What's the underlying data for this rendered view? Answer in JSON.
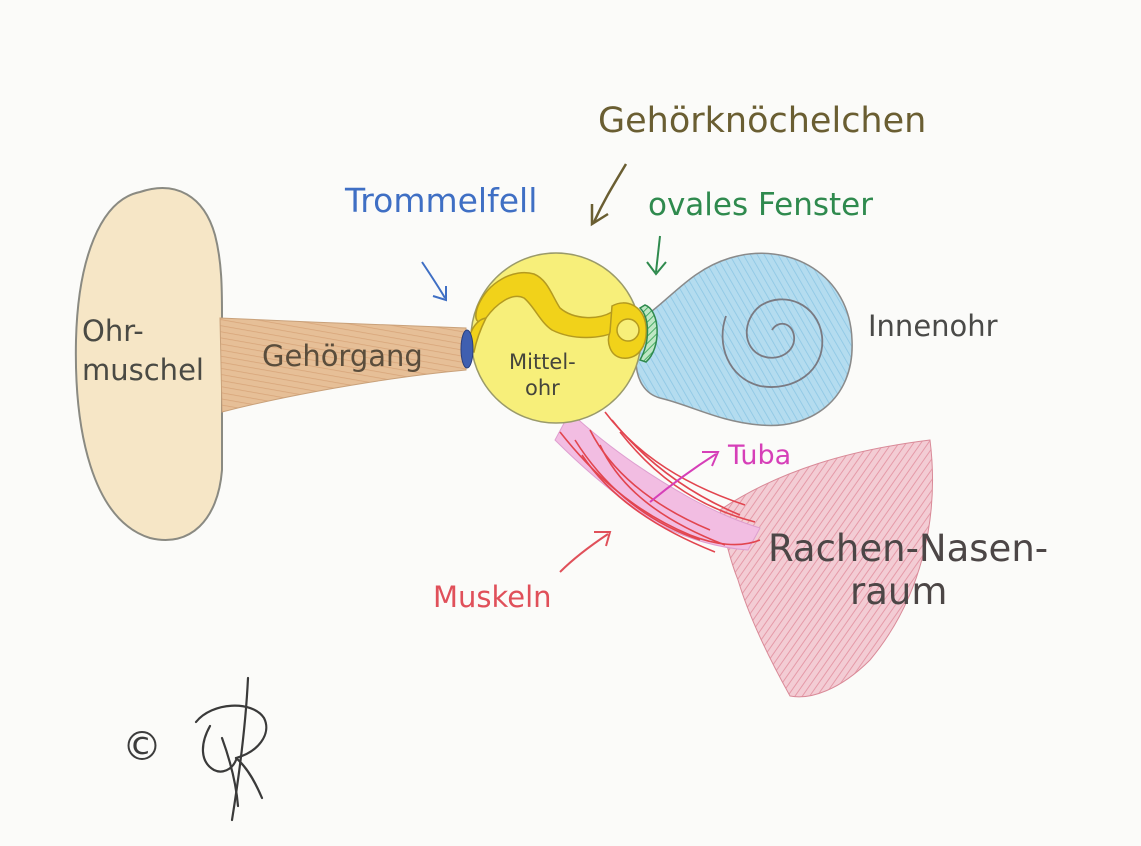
{
  "labels": {
    "ohrmuschel_line1": "Ohr-",
    "ohrmuschel_line2": "muschel",
    "gehoergang": "Gehörgang",
    "trommelfell": "Trommelfell",
    "gehoerknoechelchen": "Gehörknöchelchen",
    "ovales_fenster": "ovales Fenster",
    "innenohr": "Innenohr",
    "mittelohr_line1": "Mittel-",
    "mittelohr_line2": "ohr",
    "tuba": "Tuba",
    "rachen_line1": "Rachen-Nasen-",
    "rachen_line2": "raum",
    "muskeln": "Muskeln",
    "copyright_symbol": "©"
  },
  "colors": {
    "ohrmuschel": "#f6e6c6",
    "gehoergang": "#e2b890",
    "trommelfell": "#3f5fb0",
    "mittelohr": "#f7ef7a",
    "knoechelchen": "#f1d21a",
    "ovales_fenster": "#5bbd6e",
    "innenohr": "#a9d8ee",
    "tuba": "#f1b5df",
    "muskeln": "#e2454f",
    "rachen": "#f0c2cc"
  },
  "signature": "handwritten monogram"
}
